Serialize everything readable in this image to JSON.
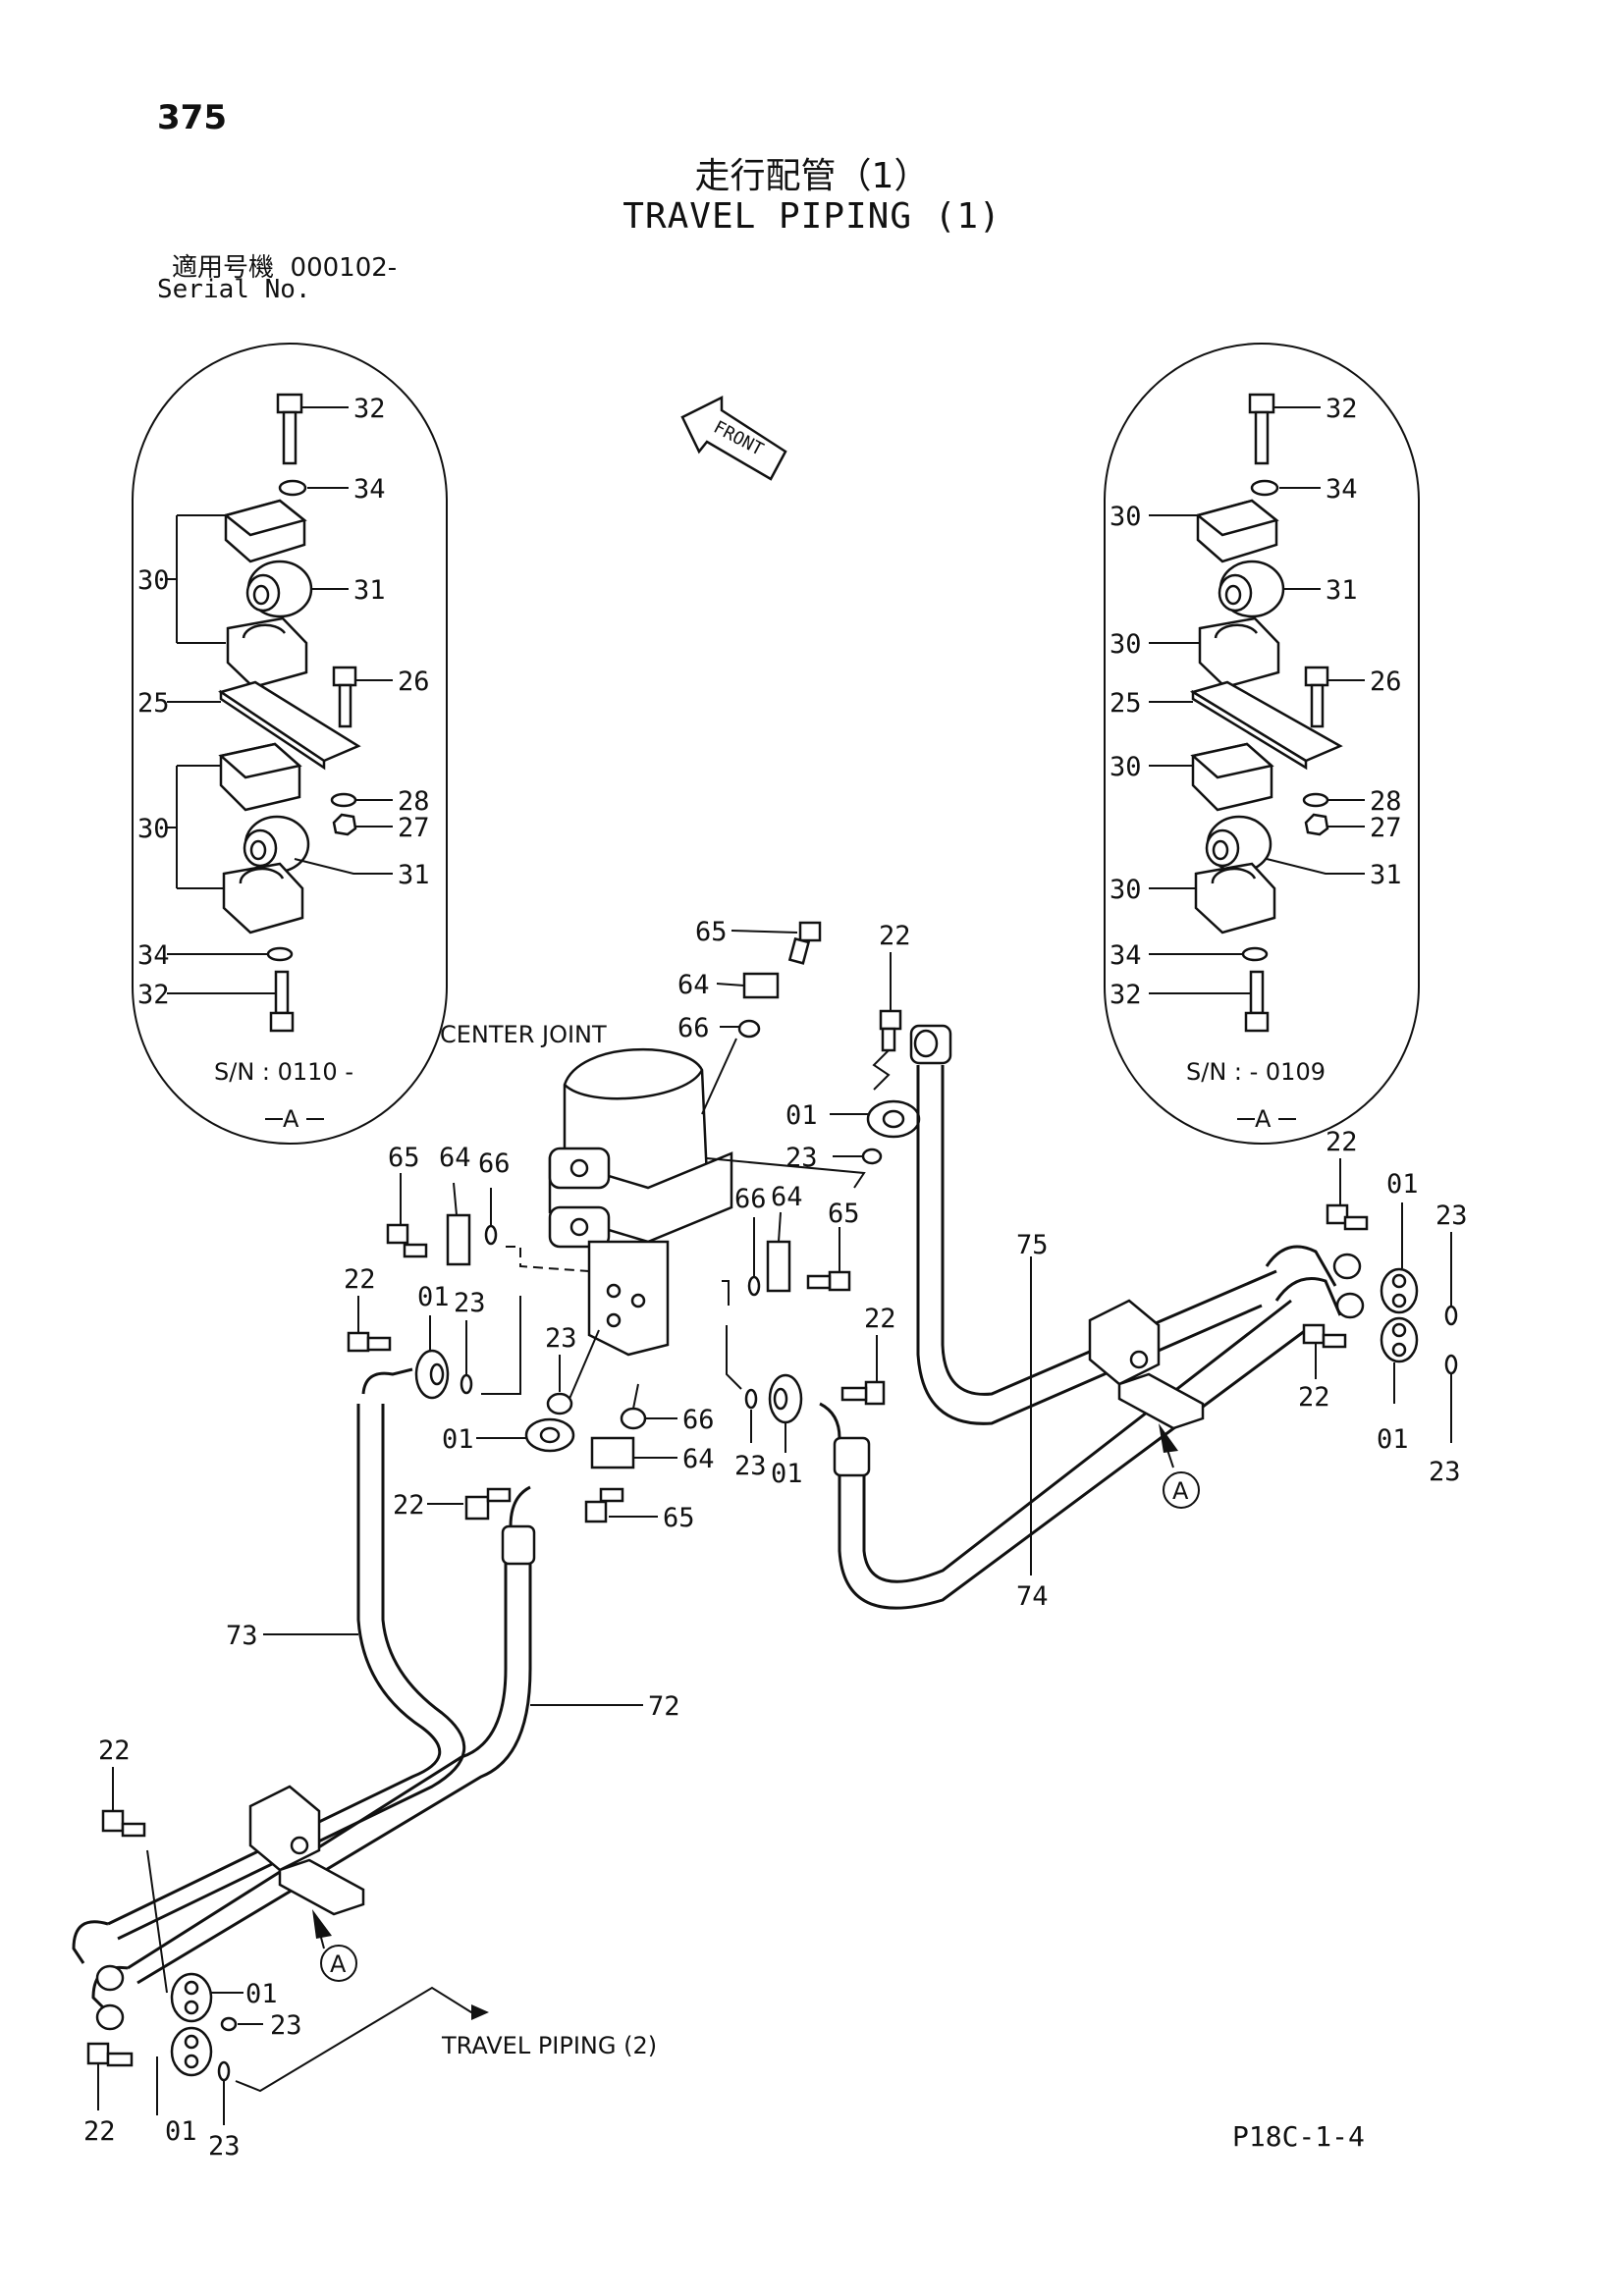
{
  "page_number": "375",
  "title_ja": "走行配管（1）",
  "title_en": "TRAVEL PIPING (1)",
  "serial_label_ja": "適用号機",
  "serial_value": "000102-",
  "serial_label_en": "Serial No.",
  "front_label": "FRONT",
  "center_joint_label": "CENTER JOINT",
  "travel_piping_2_label": "TRAVEL  PIPING  (2)",
  "doc_code": "P18C-1-4",
  "detail_left": {
    "serial": "S/N : 0110 -",
    "view": "A",
    "labels": [
      "32",
      "34",
      "30",
      "31",
      "26",
      "25",
      "30",
      "28",
      "27",
      "31",
      "34",
      "32"
    ]
  },
  "detail_right": {
    "serial": "S/N :  - 0109",
    "view": "A",
    "labels": [
      "32",
      "34",
      "30",
      "31",
      "30",
      "26",
      "25",
      "30",
      "28",
      "27",
      "31",
      "30",
      "34",
      "32"
    ]
  },
  "callouts": {
    "c65a": "65",
    "c64a": "64",
    "c66a": "66",
    "c22a": "22",
    "c01a": "01",
    "c23a": "23",
    "c65b": "65",
    "c64b": "64",
    "c66b": "66",
    "c22b": "22",
    "c01b": "01",
    "c23b": "23",
    "c23c": "23",
    "c01c": "01",
    "c66c": "66",
    "c64c": "64",
    "c65c": "65",
    "c22c": "22",
    "c66d": "66",
    "c64d": "64",
    "c65d": "65",
    "c22d": "22",
    "c23d": "23",
    "c01d": "01",
    "c75": "75",
    "c74": "74",
    "c22e": "22",
    "c01e": "01",
    "c23e": "23",
    "c22f": "22",
    "c01f": "01",
    "c23f": "23",
    "c73": "73",
    "c72": "72",
    "c22g": "22",
    "c01g": "01",
    "c23g": "23",
    "c22h": "22",
    "c01h": "01",
    "c23h": "23"
  },
  "view_markers": [
    "A",
    "A"
  ]
}
